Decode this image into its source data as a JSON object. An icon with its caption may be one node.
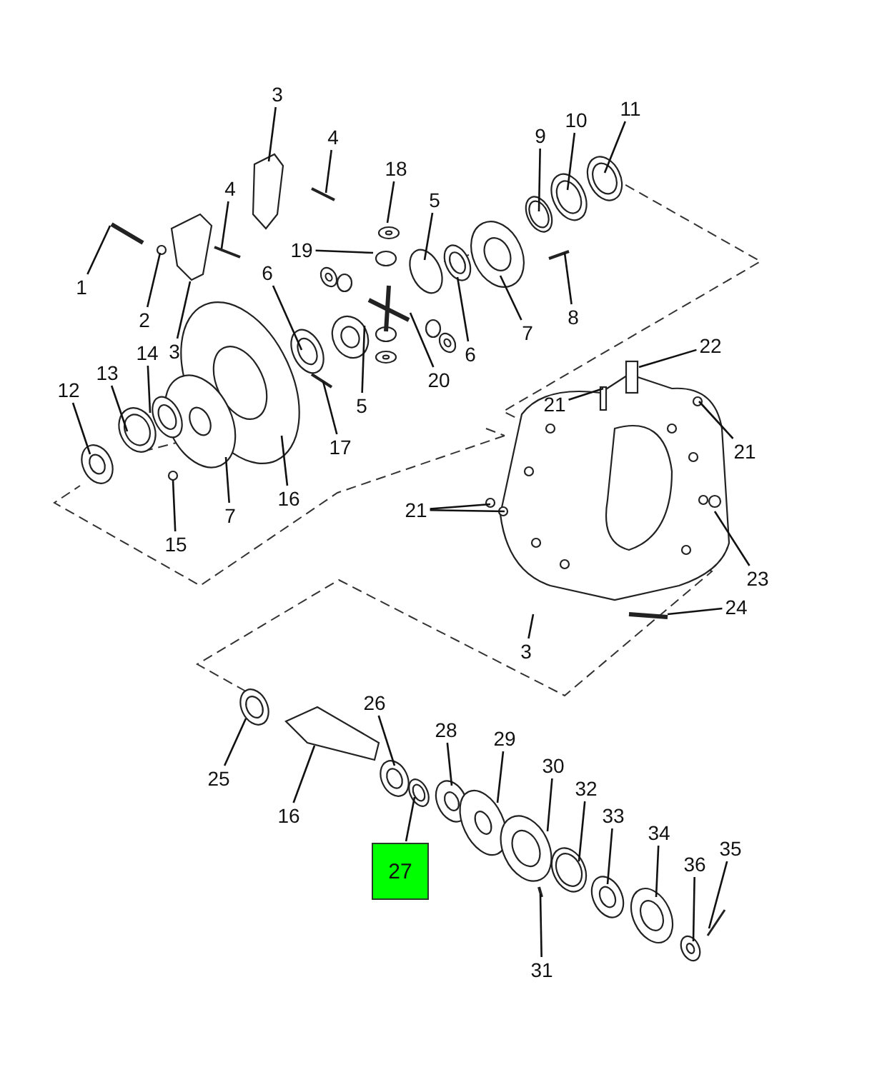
{
  "diagram": {
    "nodes": [
      {
        "text": [
          "3"
        ]
      },
      {
        "text": [
          "4"
        ]
      },
      {
        "text": [
          "18"
        ]
      },
      {
        "text": [
          "1"
        ]
      },
      {
        "text": [
          "4"
        ]
      },
      {
        "text": [
          "2"
        ]
      },
      {
        "text": [
          "3"
        ]
      },
      {
        "text": [
          "19"
        ]
      },
      {
        "text": [
          "5"
        ]
      },
      {
        "text": [
          "9"
        ]
      },
      {
        "text": [
          "10"
        ]
      },
      {
        "text": [
          "11"
        ]
      },
      {
        "text": [
          "6"
        ]
      },
      {
        "text": [
          "7"
        ]
      },
      {
        "text": [
          "8"
        ]
      },
      {
        "text": [
          "6"
        ]
      },
      {
        "text": [
          "5"
        ]
      },
      {
        "text": [
          "20"
        ]
      },
      {
        "text": [
          "17"
        ]
      },
      {
        "text": [
          "12"
        ]
      },
      {
        "text": [
          "13"
        ]
      },
      {
        "text": [
          "14"
        ]
      },
      {
        "text": [
          "7"
        ]
      },
      {
        "text": [
          "16"
        ]
      },
      {
        "text": [
          "15"
        ]
      },
      {
        "text": [
          "22"
        ]
      },
      {
        "text": [
          "21"
        ]
      },
      {
        "text": [
          "21"
        ]
      },
      {
        "text": [
          "21"
        ]
      },
      {
        "text": [
          "23"
        ]
      },
      {
        "text": [
          "24"
        ]
      },
      {
        "text": [
          "3"
        ]
      },
      {
        "text": [
          "25"
        ]
      },
      {
        "text": [
          "16"
        ]
      },
      {
        "text": [
          "26"
        ]
      },
      {
        "text": [
          "28"
        ]
      },
      {
        "text": [
          "29"
        ]
      },
      {
        "text": [
          "27"
        ]
      },
      {
        "text": [
          "30"
        ]
      },
      {
        "text": [
          "31"
        ]
      },
      {
        "text": [
          "32"
        ]
      },
      {
        "text": [
          "33"
        ]
      },
      {
        "text": [
          "34"
        ]
      },
      {
        "text": [
          "36"
        ]
      },
      {
        "text": [
          "35"
        ]
      }
    ],
    "edges": [
      {
        "from": 0,
        "to": null,
        "arrow": "none"
      },
      {
        "from": 1,
        "to": null,
        "arrow": "none"
      },
      {
        "from": 2,
        "to": null,
        "arrow": "none"
      },
      {
        "from": 3,
        "to": null,
        "arrow": "none"
      },
      {
        "from": 4,
        "to": null,
        "arrow": "none"
      },
      {
        "from": 5,
        "to": null,
        "arrow": "none"
      },
      {
        "from": 6,
        "to": null,
        "arrow": "none"
      },
      {
        "from": 7,
        "to": null,
        "arrow": "none"
      },
      {
        "from": 8,
        "to": null,
        "arrow": "none"
      },
      {
        "from": 9,
        "to": null,
        "arrow": "none"
      },
      {
        "from": 10,
        "to": null,
        "arrow": "none"
      },
      {
        "from": 11,
        "to": null,
        "arrow": "none"
      },
      {
        "from": 12,
        "to": null,
        "arrow": "none"
      },
      {
        "from": 13,
        "to": null,
        "arrow": "none"
      },
      {
        "from": 14,
        "to": null,
        "arrow": "none"
      },
      {
        "from": 15,
        "to": null,
        "arrow": "none"
      },
      {
        "from": 16,
        "to": null,
        "arrow": "none"
      },
      {
        "from": 17,
        "to": null,
        "arrow": "none"
      },
      {
        "from": 18,
        "to": null,
        "arrow": "none"
      },
      {
        "from": 19,
        "to": null,
        "arrow": "none"
      },
      {
        "from": 20,
        "to": null,
        "arrow": "none"
      },
      {
        "from": 21,
        "to": null,
        "arrow": "none"
      },
      {
        "from": 22,
        "to": null,
        "arrow": "none"
      },
      {
        "from": 23,
        "to": null,
        "arrow": "none"
      },
      {
        "from": 24,
        "to": null,
        "arrow": "none"
      },
      {
        "from": 25,
        "to": null,
        "arrow": "none"
      },
      {
        "from": 26,
        "to": null,
        "arrow": "none"
      },
      {
        "from": 27,
        "to": null,
        "arrow": "none"
      },
      {
        "from": 28,
        "to": null,
        "arrow": "none"
      },
      {
        "from": 28,
        "to": null,
        "arrow": "none"
      },
      {
        "from": 29,
        "to": null,
        "arrow": "none"
      },
      {
        "from": 30,
        "to": null,
        "arrow": "none"
      },
      {
        "from": 31,
        "to": null,
        "arrow": "none"
      },
      {
        "from": 32,
        "to": null,
        "arrow": "none"
      },
      {
        "from": 33,
        "to": null,
        "arrow": "none"
      },
      {
        "from": 34,
        "to": null,
        "arrow": "none"
      },
      {
        "from": 35,
        "to": null,
        "arrow": "none"
      },
      {
        "from": 36,
        "to": null,
        "arrow": "none"
      },
      {
        "from": 37,
        "to": null,
        "arrow": "none"
      },
      {
        "from": 38,
        "to": null,
        "arrow": "none"
      },
      {
        "from": 39,
        "to": null,
        "arrow": "none"
      },
      {
        "from": 40,
        "to": null,
        "arrow": "none"
      },
      {
        "from": 41,
        "to": null,
        "arrow": "none"
      },
      {
        "from": 42,
        "to": null,
        "arrow": "none"
      },
      {
        "from": 43,
        "to": null,
        "arrow": "none"
      },
      {
        "from": 44,
        "to": null,
        "arrow": "none"
      }
    ]
  }
}
